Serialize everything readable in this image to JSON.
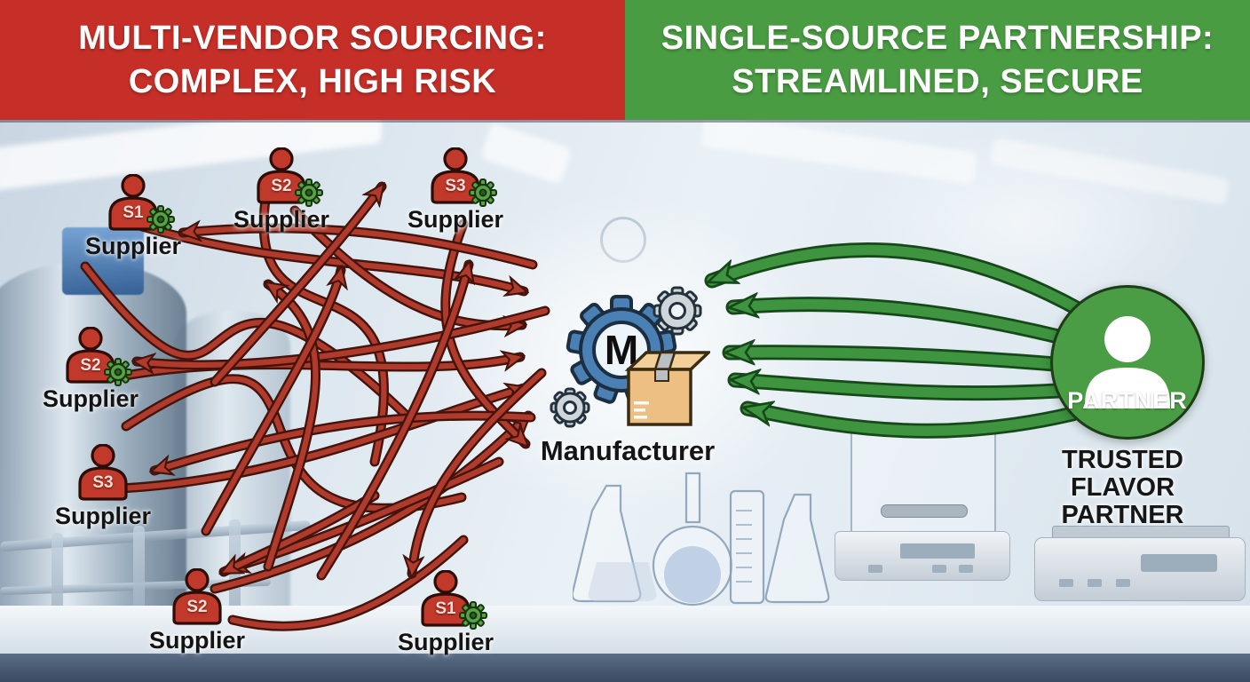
{
  "header": {
    "left": {
      "line1": "MULTI-VENDOR SOURCING:",
      "line2": "COMPLEX, HIGH RISK"
    },
    "right": {
      "line1": "SINGLE-SOURCE PARTNERSHIP:",
      "line2": "STREAMLINED, SECURE"
    }
  },
  "left_panel": {
    "suppliers": [
      {
        "id": "S1",
        "label": "Supplier"
      },
      {
        "id": "S2",
        "label": "Supplier"
      },
      {
        "id": "S3",
        "label": "Supplier"
      },
      {
        "id": "S2",
        "label": "Supplier"
      },
      {
        "id": "S3",
        "label": "Supplier"
      },
      {
        "id": "S2",
        "label": "Supplier"
      },
      {
        "id": "S1",
        "label": "Supplier"
      }
    ]
  },
  "manufacturer": {
    "initial": "M",
    "label": "Manufacturer"
  },
  "right_panel": {
    "partner_badge": "PARTNER",
    "caption_lines": [
      "TRUSTED",
      "FLAVOR",
      "PARTNER"
    ]
  },
  "colors": {
    "header_left_bg": "#c52f28",
    "header_right_bg": "#4a9c43",
    "red_arrow": "#b03a2c",
    "green_arrow": "#3f9440",
    "partner_green": "#4a9d44",
    "manufacturer_blue": "#4b80b4",
    "gear_badge_green": "#57a348"
  }
}
